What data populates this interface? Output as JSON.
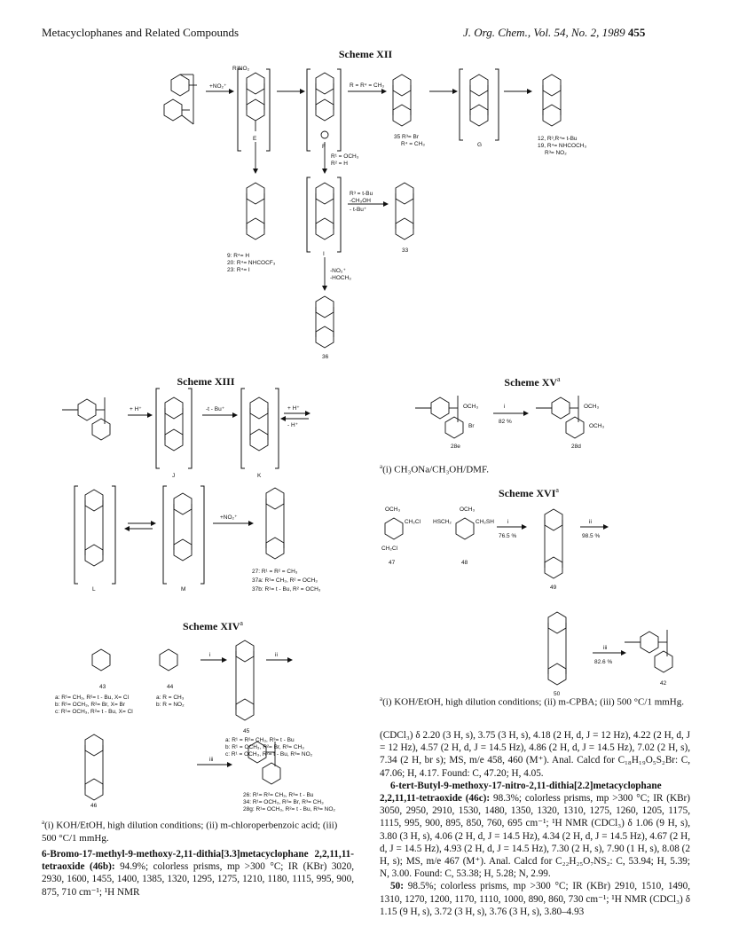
{
  "header": {
    "left": "Metacyclophanes and Related Compounds",
    "journal": "J. Org. Chem.,",
    "vol": "Vol. 54, No. 2, 1989",
    "page": "455"
  },
  "schemes": {
    "xii": {
      "title": "Scheme XII",
      "labels": {
        "r3no2": "R³NO₂",
        "arrow1": "+NO₂⁺",
        "E": "E",
        "F": "F",
        "G": "G",
        "I": "I",
        "cond_rch3": "R = R⁴ = CH₃",
        "cond_r1": "R¹ = OCH₃",
        "cond_r2": "R² = H",
        "cond_r3": "R³ = t-Bu",
        "cond_ch3oh": "-CH₃OH",
        "cond_tbu": "- t-Bu⁺",
        "cond_no2": "-NO₂⁺",
        "cond_hoch3": "-HOCH₃",
        "c35a": "35 R³= Br",
        "c35b": "R⁴ = CH₃",
        "c12": "12, R³,R⁴= t-Bu",
        "c19": "19, R⁴= NHCOCH₃",
        "c19b": "R³= NO₂",
        "c9": "9: R⁴= H",
        "c20": "20: R⁴= NHCOCF₃",
        "c23": "23: R⁴= I",
        "c33": "33",
        "c36": "36"
      }
    },
    "xiii": {
      "title": "Scheme XIII",
      "labels": {
        "h": "+ H⁺",
        "tbu": "-t - Bu⁺",
        "hpm": "+ H⁺",
        "hmm": "- H⁺",
        "J": "J",
        "K": "K",
        "L": "L",
        "M": "M",
        "no2": "+NO₂⁺",
        "c27": "27: R¹ = R² = CH₃",
        "c37a": "37a: R¹= CH₃, R² = OCH₃",
        "c37b": "37b: R¹= t - Bu, R² = OCH₃"
      }
    },
    "xiv": {
      "title": "Scheme XIV",
      "sup": "a",
      "labels": {
        "c43": "43",
        "c44": "44",
        "c45": "45",
        "c46": "46",
        "a43": "a: R¹= CH₃, R²= t - Bu, X= Cl",
        "b43": "b: R¹= OCH₃, R²= Br, X= Br",
        "c43c": "c: R¹= OCH₃, R²= t - Bu, X= Cl",
        "a44": "a: R = CH₃",
        "b44": "b: R = NO₂",
        "a45": "a: R¹ = R²= CH₃, R³= t - Bu",
        "b45": "b: R¹ = OCH₃, R²= Br, R³= CH₃",
        "c45c": "c: R¹ = OCH₃, R²= t - Bu, R³= NO₂",
        "c26": "26: R¹= R²= CH₃, R³= t - Bu",
        "c34": "34: R¹= OCH₃, R²= Br, R³= CH₃",
        "c28g": "28g: R¹= OCH₃, R²= t - Bu, R³= NO₂",
        "i": "i",
        "ii": "ii",
        "iii": "iii"
      },
      "footnote_a": "a",
      "footnote": "(i) KOH/EtOH, high dilution conditions; (ii) m-chloroperbenzoic acid; (iii) 500 °C/1 mmHg."
    },
    "xv": {
      "title": "Scheme XV",
      "sup": "a",
      "labels": {
        "i": "i",
        "pct": "82 %",
        "c28e": "28e",
        "c28d": "28d",
        "ome": "OCH₃",
        "br": "Br"
      },
      "footnote_a": "a",
      "footnote": "(i) CH₃ONa/CH₃OH/DMF."
    },
    "xvi": {
      "title": "Scheme XVI",
      "sup": "a",
      "labels": {
        "c47": "47",
        "c48": "48",
        "c49": "49",
        "c50": "50",
        "c42": "42",
        "i": "i",
        "pct1": "76.5 %",
        "ii": "ii",
        "pct2": "98.5 %",
        "iii": "iii",
        "pct3": "82.6 %",
        "och3": "OCH₃",
        "ch2cl": "CH₂Cl",
        "ch2sh": "CH₂SH",
        "hsch2": "HSCH₂"
      },
      "footnote_a": "a",
      "footnote": "(i) KOH/EtOH, high dilution conditions; (ii) m-CPBA; (iii) 500 °C/1 mmHg."
    }
  },
  "text": {
    "left_title": "6-Bromo-17-methyl-9-methoxy-2,11-dithia[3.3]metacyclophane 2,2,11,11-tetraoxide (46b):",
    "left_body": " 94.9%; colorless prisms, mp >300 °C; IR (KBr) 3020, 2930, 1600, 1455, 1400, 1385, 1320, 1295, 1275, 1210, 1180, 1115, 995, 900, 875, 710 cm⁻¹; ¹H NMR",
    "right_p1": "(CDCl₃) δ 2.20 (3 H, s), 3.75 (3 H, s), 4.18 (2 H, d, J = 12 Hz), 4.22 (2 H, d, J = 12 Hz), 4.57 (2 H, d, J = 14.5 Hz), 4.86 (2 H, d, J = 14.5 Hz), 7.02 (2 H, s), 7.34 (2 H, br s); MS, m/e 458, 460 (M⁺). Anal. Calcd for C₁₈H₁₉O₅S₂Br: C, 47.06; H, 4.17. Found: C, 47.20; H, 4.05.",
    "right_title2": "6-tert-Butyl-9-methoxy-17-nitro-2,11-dithia[2.2]metacyclophane 2,2,11,11-tetraoxide (46c):",
    "right_p2": " 98.3%; colorless prisms, mp >300 °C; IR (KBr) 3050, 2950, 2910, 1530, 1480, 1350, 1320, 1310, 1275, 1260, 1205, 1175, 1115, 995, 900, 895, 850, 760, 695 cm⁻¹; ¹H NMR (CDCl₃) δ 1.06 (9 H, s), 3.80 (3 H, s), 4.06 (2 H, d, J = 14.5 Hz), 4.34 (2 H, d, J = 14.5 Hz), 4.67 (2 H, d, J = 14.5 Hz), 4.93 (2 H, d, J = 14.5 Hz), 7.30 (2 H, s), 7.90 (1 H, s), 8.08 (2 H, s); MS, m/e 467 (M⁺). Anal. Calcd for C₂₂H₂₅O₇NS₂: C, 53.94; H, 5.39; N, 3.00. Found: C, 53.38; H, 5.28; N, 2.99.",
    "right_p3_title": "50:",
    "right_p3": " 98.5%; colorless prisms, mp >300 °C; IR (KBr) 2910, 1510, 1490, 1310, 1270, 1200, 1170, 1110, 1000, 890, 860, 730 cm⁻¹; ¹H NMR (CDCl₃) δ 1.15 (9 H, s), 3.72 (3 H, s), 3.76 (3 H, s), 3.80–4.93"
  }
}
